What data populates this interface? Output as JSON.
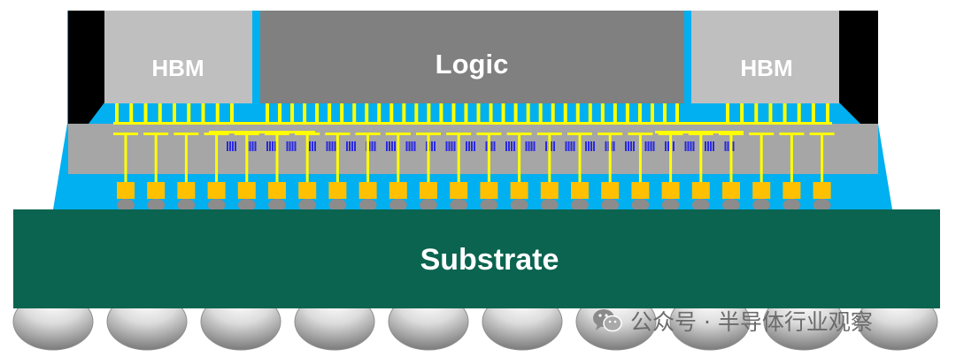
{
  "labels": {
    "hbm_left": "HBM",
    "logic": "Logic",
    "hbm_right": "HBM",
    "substrate": "Substrate"
  },
  "watermark": {
    "icon": "wechat-icon",
    "text": "公众号 · 半导体行业观察"
  },
  "colors": {
    "mold": "#000000",
    "underfill": "#00b0f0",
    "hbm": "#bfbfbf",
    "logic": "#808080",
    "interposer": "#a6a6a6",
    "wiring": "#ffff00",
    "pads": "#ffc000",
    "tsv_blocks": "#2a2ae0",
    "substrate": "#0a6450",
    "solder_balls": "#d9d9d9",
    "label_text": "#ffffff"
  }
}
